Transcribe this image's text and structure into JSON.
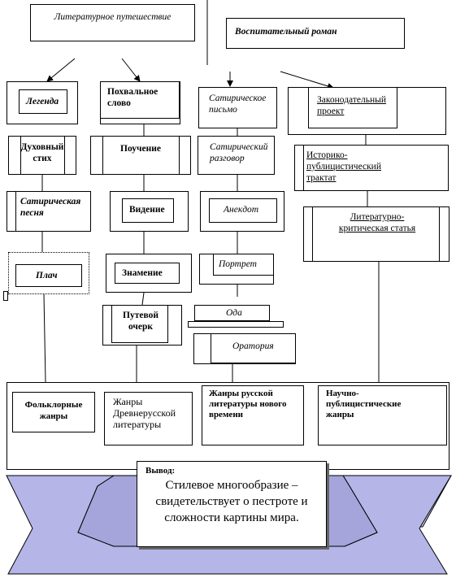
{
  "nodes": {
    "travel": "Литературное путешествие",
    "educational_novel": "Воспитательный роман",
    "legend": "Легенда",
    "praise": "Похвальное слово",
    "satirical_letter": "Сатирическое письмо",
    "legislative_project": "Законодательный проект",
    "spiritual_verse": "Духовный стих",
    "teaching": "Поучение",
    "satirical_conversation": "Сатирический разговор",
    "historical_treatise": "Историко-публицистический трактат",
    "satirical_song": "Сатирическая песня",
    "vision": "Видение",
    "anecdote": "Анекдот",
    "critical_article": "Литературно-критическая статья",
    "lament": "Плач",
    "sign": "Знамение",
    "portrait": "Портрет",
    "travel_essay": "Путевой очерк",
    "ode": "Ода",
    "oratorio": "Оратория",
    "folklore": "Фольклорные жанры",
    "old_russian": "Жанры Древнерусской литературы",
    "new_russian": "Жанры русской литературы нового времени",
    "scientific": "Научно-публицистические жанры"
  },
  "conclusion": {
    "label": "Вывод:",
    "text": "Стилевое многообразие – свидетельствует о пестроте и сложности картины мира."
  }
}
